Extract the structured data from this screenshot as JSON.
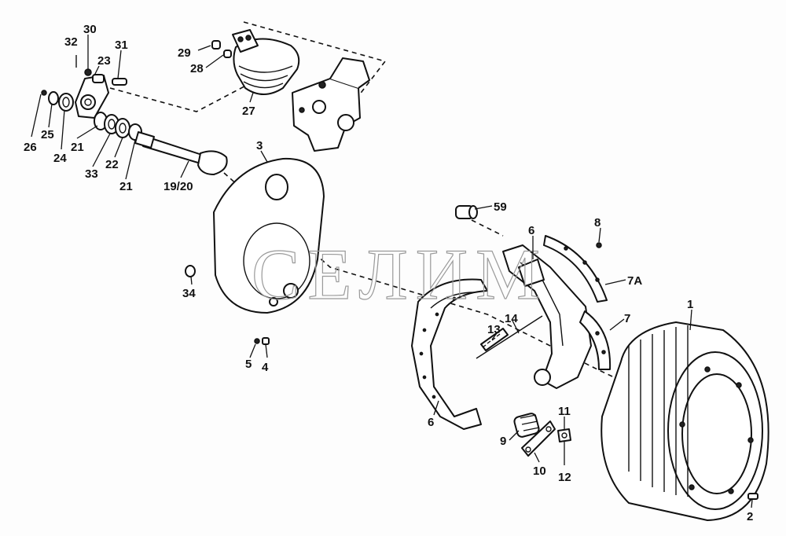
{
  "watermark": "СЕЛИМ",
  "callouts": {
    "c30": "30",
    "c32": "32",
    "c31": "31",
    "c23": "23",
    "c26": "26",
    "c25": "25",
    "c24": "24",
    "c21a": "21",
    "c33": "33",
    "c22": "22",
    "c21b": "21",
    "c1920": "19/20",
    "c29": "29",
    "c28": "28",
    "c27": "27",
    "c3": "3",
    "c34": "34",
    "c5": "5",
    "c4": "4",
    "c59": "59",
    "c6a": "6",
    "c8": "8",
    "c7a": "7A",
    "c14": "14",
    "c13": "13",
    "c7": "7",
    "c1": "1",
    "c6b": "6",
    "c9": "9",
    "c11": "11",
    "c10": "10",
    "c12": "12",
    "c2": "2"
  }
}
